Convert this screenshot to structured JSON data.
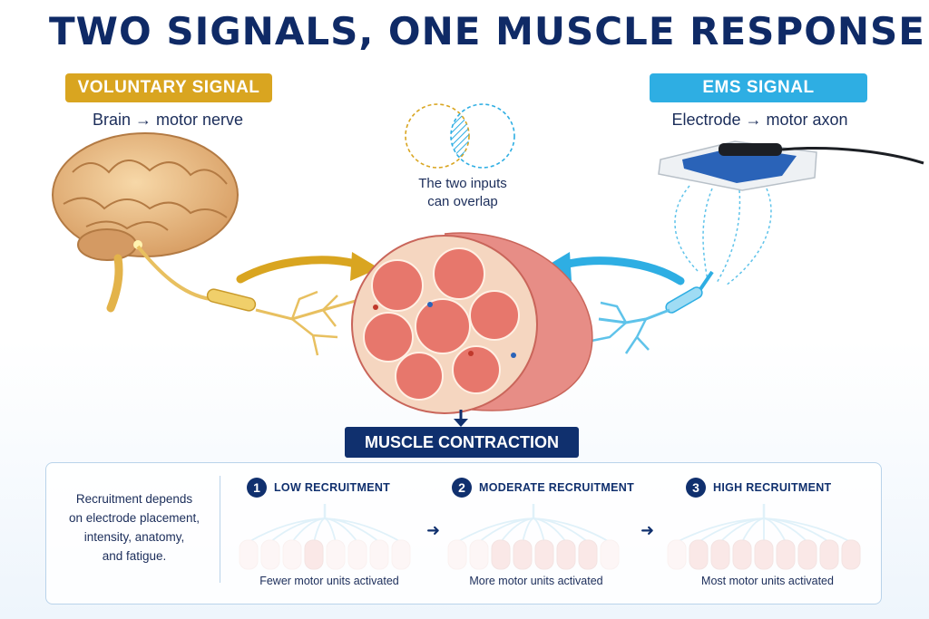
{
  "title": "TWO SIGNALS, ONE MUSCLE RESPONSE",
  "voluntary": {
    "label": "VOLUNTARY SIGNAL",
    "path": "Brain → motor nerve",
    "color": "#d9a520"
  },
  "ems": {
    "label": "EMS SIGNAL",
    "path": "Electrode → motor axon",
    "color": "#2eaee3"
  },
  "overlap": {
    "line1": "The two inputs",
    "line2": "can overlap"
  },
  "contraction_label": "MUSCLE CONTRACTION",
  "recruitment": {
    "note_lines": [
      "Recruitment depends",
      "on electrode placement,",
      "intensity, anatomy,",
      "and fatigue."
    ],
    "stages": [
      {
        "number": "1",
        "label": "LOW RECRUITMENT",
        "caption": "Fewer motor units activated",
        "active_fibers": 1,
        "total_fibers": 8
      },
      {
        "number": "2",
        "label": "MODERATE RECRUITMENT",
        "caption": "More motor units activated",
        "active_fibers": 5,
        "total_fibers": 8
      },
      {
        "number": "3",
        "label": "HIGH RECRUITMENT",
        "caption": "Most motor units activated",
        "active_fibers": 8,
        "total_fibers": 9
      }
    ]
  },
  "colors": {
    "navy": "#10306e",
    "muscle": "#d9675f",
    "fiber_inactive": "#f2c4c0"
  }
}
